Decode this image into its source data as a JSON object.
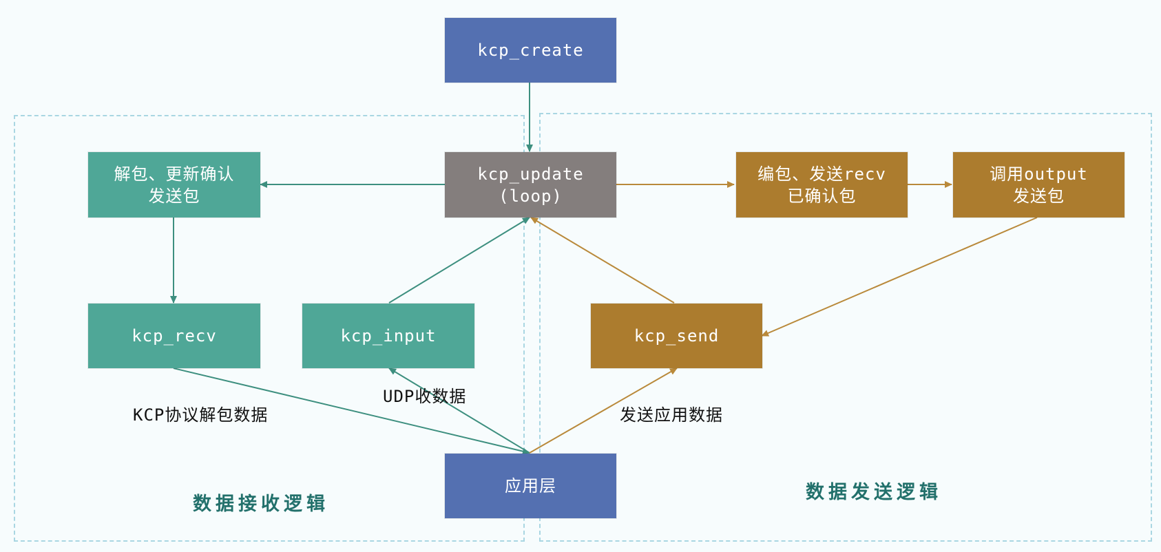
{
  "colors": {
    "blue": "#5470b1",
    "green": "#4fa797",
    "gray": "#847e7d",
    "gold": "#ac7c2e",
    "green_arrow": "#3d8f7f",
    "gold_arrow": "#b9893a",
    "region_border": "#a9d6e2",
    "region_title": "#22706b"
  },
  "nodes": {
    "kcp_create": "kcp_create",
    "kcp_update": "kcp_update\n(loop)",
    "unpack_ack": "解包、更新确认\n发送包",
    "kcp_recv": "kcp_recv",
    "kcp_input": "kcp_input",
    "pack_send": "编包、发送recv\n已确认包",
    "call_output": "调用output\n发送包",
    "kcp_send": "kcp_send",
    "app_layer": "应用层"
  },
  "labels": {
    "kcp_unpack_data": "KCP协议解包数据",
    "udp_recv": "UDP收数据",
    "send_app_data": "发送应用数据"
  },
  "regions": {
    "receive_logic": "数据接收逻辑",
    "send_logic": "数据发送逻辑"
  }
}
